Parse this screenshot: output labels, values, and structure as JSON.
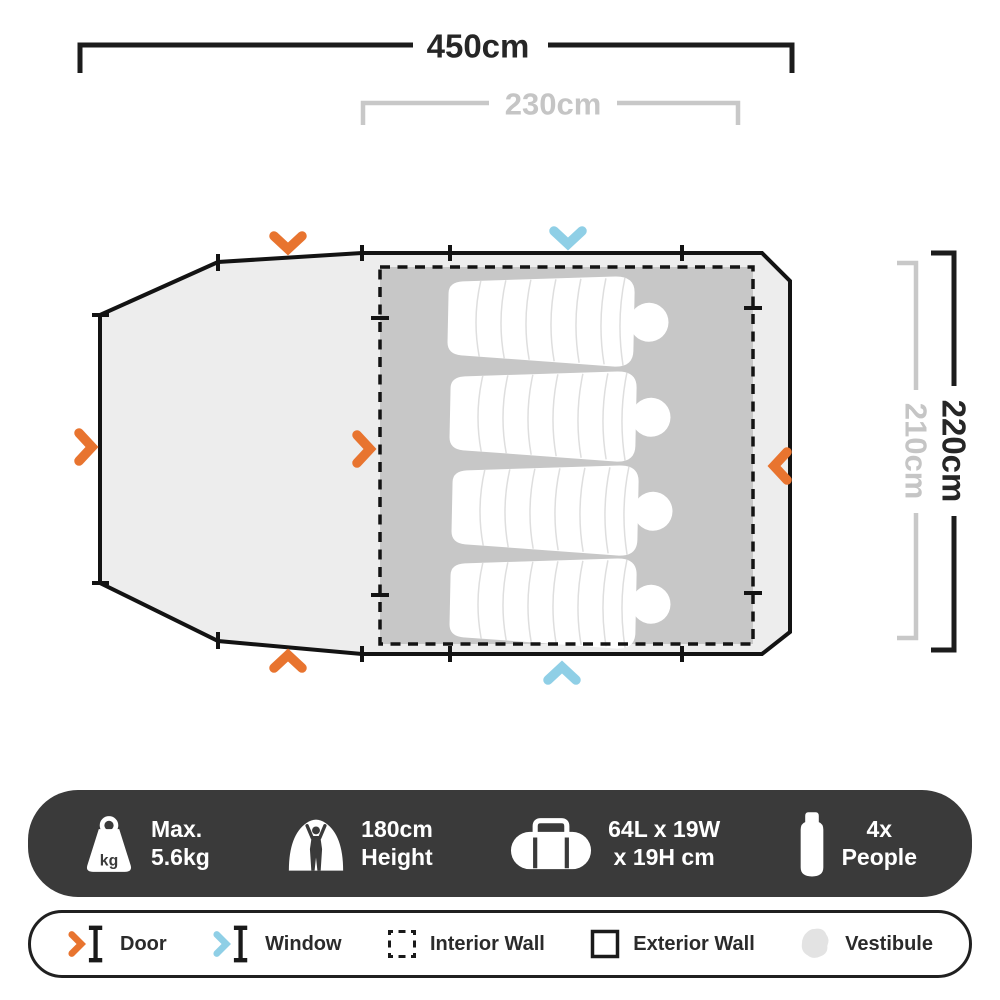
{
  "diagram": {
    "dim_overall_width": "450cm",
    "dim_inner_width": "230cm",
    "dim_overall_depth": "220cm",
    "dim_inner_depth": "210cm"
  },
  "spec_bar": {
    "weight_icon_unit": "kg",
    "items": [
      {
        "name": "max-weight",
        "icon": "weight-icon",
        "line1": "Max.",
        "line2": "5.6kg"
      },
      {
        "name": "height",
        "icon": "person-height-icon",
        "line1": "180cm",
        "line2": "Height"
      },
      {
        "name": "packed-size",
        "icon": "duffel-bag-icon",
        "line1": "64L x 19W",
        "line2": "x 19H cm"
      },
      {
        "name": "capacity",
        "icon": "sleeping-bag-icon",
        "line1": "4x",
        "line2": "People"
      }
    ]
  },
  "legend": {
    "items": [
      {
        "icon": "door-icon",
        "label": "Door"
      },
      {
        "icon": "window-icon",
        "label": "Window"
      },
      {
        "icon": "interior-wall-icon",
        "label": "Interior Wall"
      },
      {
        "icon": "exterior-wall-icon",
        "label": "Exterior Wall"
      },
      {
        "icon": "vestibule-icon",
        "label": "Vestibule"
      }
    ]
  },
  "colors": {
    "door_accent": "#E8742F",
    "window_accent": "#8FCFE6",
    "bar_background": "#3A3A3A",
    "dimension_muted": "#C5C5C5",
    "dimension_dark": "#262626",
    "interior_floor": "#C7C7C7",
    "vestibule_floor": "#EDEDED",
    "outline": "#131313"
  }
}
